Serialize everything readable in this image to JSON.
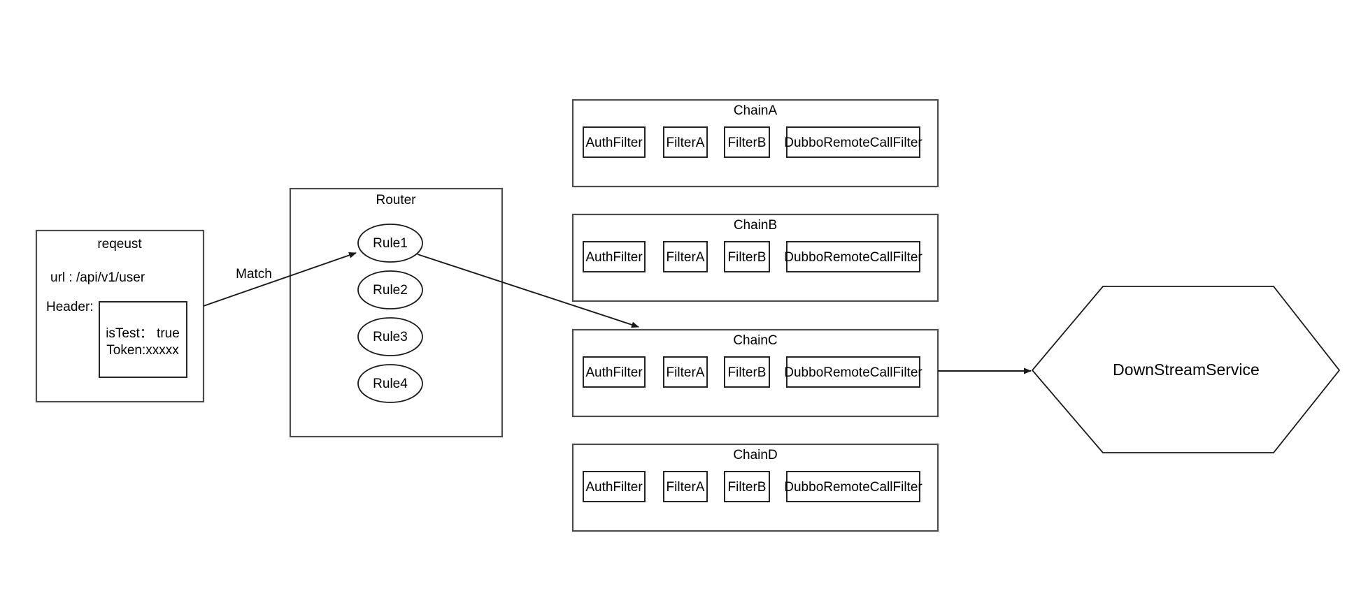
{
  "diagram": {
    "title": "Gateway Router Filter Chain Flow",
    "background_color": "#ffffff",
    "stroke_color": "#1a1a1a",
    "box_stroke_color": "#4d4d4d",
    "text_color": "#000000"
  },
  "request_node": {
    "title": "reqeust",
    "url_line": "url : /api/v1/user",
    "header_label": "Header:",
    "header_entries": [
      "isTest： true",
      "Token:xxxxx"
    ]
  },
  "router_node": {
    "title": "Router",
    "rules": [
      {
        "label": "Rule1"
      },
      {
        "label": "Rule2"
      },
      {
        "label": "Rule3"
      },
      {
        "label": "Rule4"
      }
    ]
  },
  "chains": [
    {
      "title": "ChainA",
      "filters": [
        "AuthFilter",
        "FilterA",
        "FilterB",
        "DubboRemoteCallFilter"
      ]
    },
    {
      "title": "ChainB",
      "filters": [
        "AuthFilter",
        "FilterA",
        "FilterB",
        "DubboRemoteCallFilter"
      ]
    },
    {
      "title": "ChainC",
      "filters": [
        "AuthFilter",
        "FilterA",
        "FilterB",
        "DubboRemoteCallFilter"
      ]
    },
    {
      "title": "ChainD",
      "filters": [
        "AuthFilter",
        "FilterA",
        "FilterB",
        "DubboRemoteCallFilter"
      ]
    }
  ],
  "downstream_node": {
    "label": "DownStreamService"
  },
  "edges": [
    {
      "name": "request-to-rule1",
      "label": "Match"
    },
    {
      "name": "rule1-to-chainc",
      "label": ""
    },
    {
      "name": "chainc-to-downstream",
      "label": ""
    }
  ]
}
